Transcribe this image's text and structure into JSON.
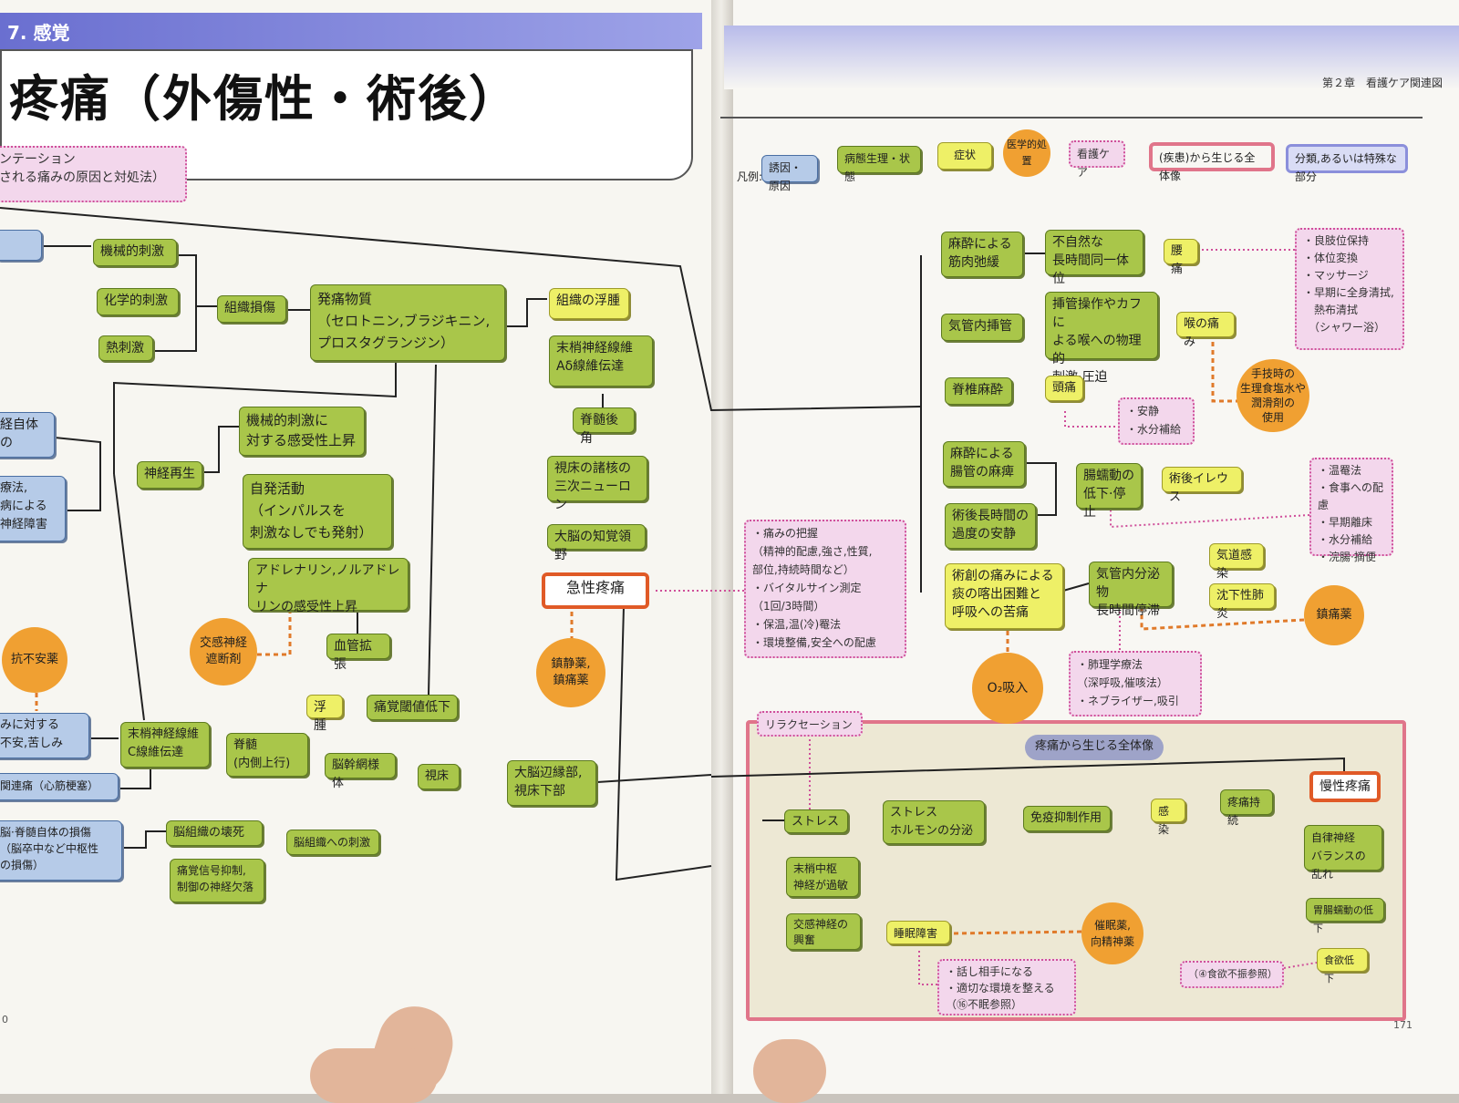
{
  "left_page": {
    "section_label": "7. 感覚",
    "title": "疼痛（外傷性・術後）",
    "presentation_box": "ンテーション\nされる痛みの原因と対処法）",
    "page_number": "0"
  },
  "right_page": {
    "header": "第２章　看護ケア関連図",
    "page_number": "171",
    "legend": {
      "prefix": "凡例:",
      "items": [
        "誘因・原因",
        "病態生理・状態",
        "症状",
        "医学的処置",
        "看護ケア",
        "(疾患)から生じる全体像",
        "分類,あるいは特殊な部分"
      ]
    }
  },
  "nodes": {
    "l_blue_top": "",
    "mech": "機械的刺激",
    "chem": "化学的刺激",
    "heat": "熱刺激",
    "tissue": "組織損傷",
    "pain_sub": "発痛物質\n（セロトニン,ブラジキニン,\nプロスタグランジン）",
    "edema": "組織の浮腫",
    "peripheral_a": "末梢神経線維\nAδ線維伝達",
    "dorsal_horn": "脊髄後角",
    "thalamus_3rd": "視床の諸核の\n三次ニューロン",
    "cortex_sense": "大脳の知覚領野",
    "acute_pain": "急性疼痛",
    "nerve_itself": "経自体の",
    "therapy_damage": "療法,\n病による\n神経障害",
    "nerve_regen": "神経再生",
    "mech_sens": "機械的刺激に\n対する感受性上昇",
    "spont": "自発活動\n（インパルスを\n刺激なしでも発射）",
    "adrenaline": "アドレナリン,ノルアドレナ\nリンの感受性上昇",
    "vasodil": "血管拡張",
    "swelling": "浮腫",
    "threshold": "痛覚閾値低下",
    "symp_block": "交感神経\n遮断剤",
    "anxiety_c": "抗不安薬",
    "sedative": "鎮静薬,\n鎮痛薬",
    "pain_anxiety": "みに対する\n不安,苦しみ",
    "cardiac": "関連痛（心筋梗塞）",
    "peripheral_c": "末梢神経線維\nC線維伝達",
    "spinal_up": "脊髄\n(内側上行)",
    "reticular": "脳幹網様体",
    "thalamus": "視床",
    "limbic": "大脳辺縁部,\n視床下部",
    "brain_damage": "脳·脊髄自体の損傷\n（脳卒中など中枢性\nの損傷）",
    "brain_destroy": "脳組織の壊死",
    "brain_stim": "脳組織への刺激",
    "pain_inhibit": "痛覚信号抑制,\n制御の神経欠落",
    "anesth_muscle": "麻酔による\n筋肉弛緩",
    "unnatural": "不自然な\n長時間同一体位",
    "back_pain": "腰痛",
    "back_care": "・良肢位保持\n・体位変換\n・マッサージ\n・早期に全身清拭,\n　熱布清拭\n　（シャワー浴）",
    "intub": "気管内挿管",
    "tube_op": "挿管操作やカフに\nよる喉への物理的\n刺激·圧迫",
    "throat": "喉の痛み",
    "saline": "手技時の\n生理食塩水や\n潤滑剤の\n使用",
    "spinal_anes": "脊椎麻酔",
    "headache": "頭痛",
    "rest_care": "・安静\n・水分補給",
    "gut_paralysis": "麻酔による\n腸管の麻痺",
    "peristalsis": "腸蠕動の\n低下·停止",
    "ileus": "術後イレウス",
    "ileus_care": "・温罨法\n・食事への配慮\n・早期離床\n・水分補給\n・浣腸·摘便",
    "postop_rest": "術後長時間の\n過度の安静",
    "pain_assess": "・痛みの把握\n（精神的配慮,強さ,性質,\n部位,持続時間など）\n・バイタルサイン測定\n（1回/3時間）\n・保温,温(冷)罨法\n・環境整備,安全への配慮",
    "wound_pain": "術創の痛みによる\n痰の喀出困難と\n呼吸への苦痛",
    "secretion": "気管内分泌物\n長時間停滞",
    "airway_inf": "気道感染",
    "pneumonia": "沈下性肺炎",
    "analgesic": "鎮痛薬",
    "o2": "O₂吸入",
    "lung_therapy": "・肺理学療法\n（深呼吸,催咳法）\n・ネブライザー,吸引",
    "relax": "リラクセーション",
    "overall_label": "疼痛から生じる全体像",
    "stress": "ストレス",
    "stress_hormone": "ストレス\nホルモンの分泌",
    "immune": "免疫抑制作用",
    "infection": "感染",
    "persist": "疼痛持続",
    "chronic": "慢性疼痛",
    "central_excite": "末梢中枢\n神経が過敏",
    "autonomic": "自律神経\nバランスの乱れ",
    "symp_excite": "交感神経の\n興奮",
    "sleep": "睡眠障害",
    "hypnotic": "催眠薬,\n向精神薬",
    "gastric": "胃腸蠕動の低下",
    "appetite": "食欲低下",
    "talk_care": "・話し相手になる\n・適切な環境を整える\n（⑯不眠参照）",
    "appetite_ref": "（④食欲不振参照）"
  }
}
